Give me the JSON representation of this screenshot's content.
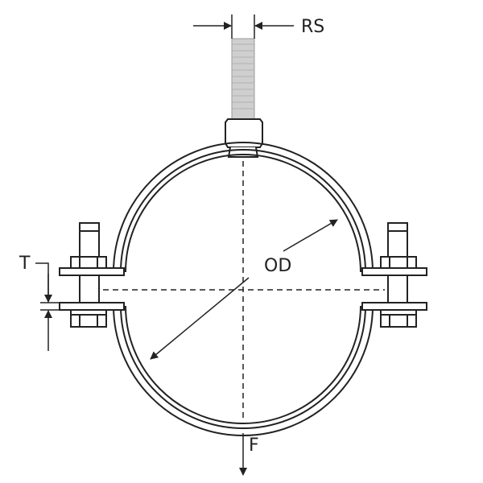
{
  "labels": {
    "rod_size": "RS",
    "outside_diameter": "OD",
    "thickness": "T",
    "force": "F"
  },
  "colors": {
    "line": "#222222",
    "thread_fill": "#cfcfcf",
    "background": "#ffffff"
  }
}
